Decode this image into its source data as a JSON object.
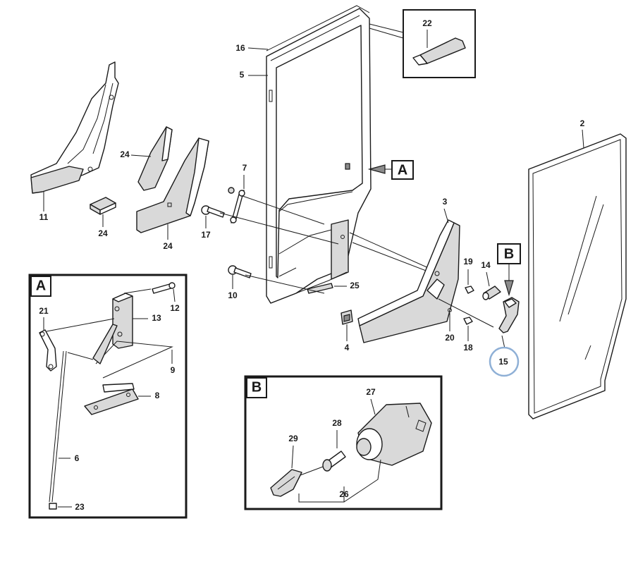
{
  "diagram": {
    "part_numbers": {
      "p2": "2",
      "p3": "3",
      "p4": "4",
      "p5": "5",
      "p7": "7",
      "p10": "10",
      "p11": "11",
      "p14": "14",
      "p15": "15",
      "p16": "16",
      "p17": "17",
      "p18": "18",
      "p19": "19",
      "p20": "20",
      "p22": "22",
      "p24a": "24",
      "p24b": "24",
      "p24c": "24",
      "p25": "25"
    },
    "callouts": {
      "detail_a": "A",
      "detail_b": "B"
    },
    "highlighted_part": "15",
    "highlight_color": "#8fb0d6"
  },
  "detail_a": {
    "title": "A",
    "part_numbers": {
      "p6": "6",
      "p8": "8",
      "p9": "9",
      "p12": "12",
      "p13": "13",
      "p21": "21",
      "p23": "23"
    }
  },
  "detail_b": {
    "title": "B",
    "part_numbers": {
      "p26": "26",
      "p27": "27",
      "p28": "28",
      "p29": "29"
    }
  }
}
